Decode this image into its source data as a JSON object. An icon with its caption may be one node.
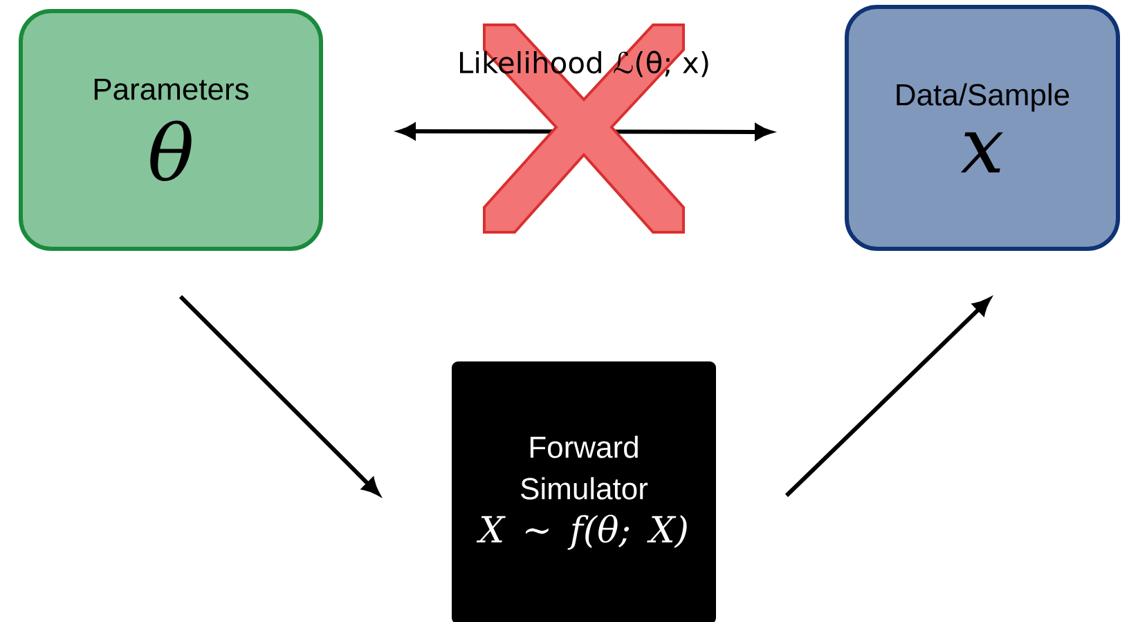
{
  "diagram": {
    "nodes": [
      {
        "text": [
          "Parameters",
          "θ"
        ]
      },
      {
        "text": [
          "Data/Sample",
          "x"
        ]
      },
      {
        "text": [
          "Forward Simulator",
          "X ∼ f(θ; X)"
        ]
      }
    ],
    "edges": [
      {
        "from": 0,
        "to": 2,
        "arrow": "to"
      },
      {
        "from": 2,
        "to": 1,
        "arrow": "to"
      },
      {
        "from": 0,
        "to": 1,
        "arrow": "both",
        "label": "Likelihood ℒ(θ; x)"
      }
    ]
  }
}
